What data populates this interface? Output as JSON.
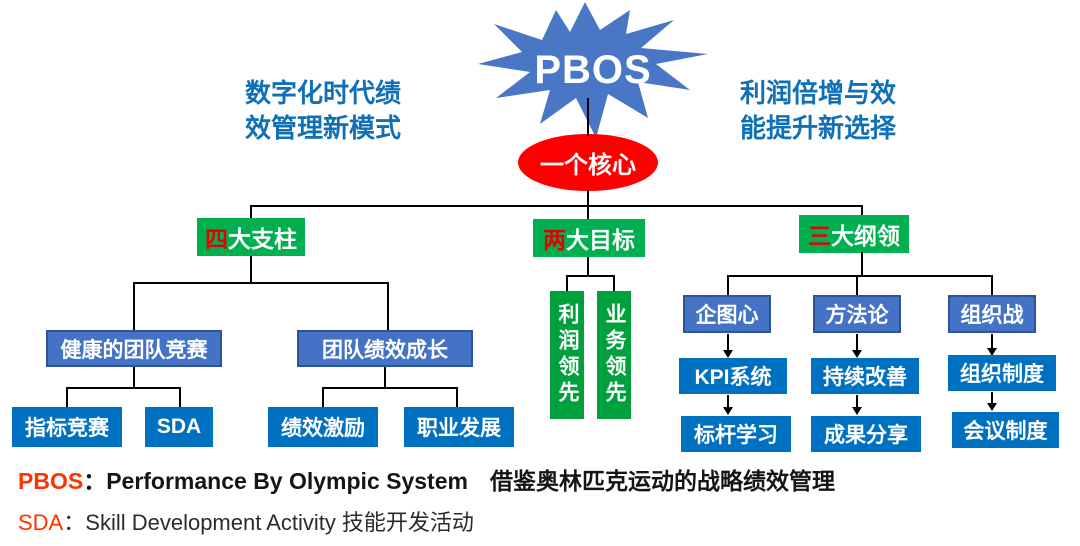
{
  "colors": {
    "starburst_blue": "#4A77C5",
    "tagline_blue": "#0F70B8",
    "core_red": "#FF0000",
    "green_header": "#00B050",
    "green_vertical": "#00A03C",
    "mid_blue": "#4472C4",
    "mid_blue_border": "#2F5496",
    "leaf_blue": "#0070C0",
    "highlight_red": "#E60000",
    "footnote_term_red": "#FF3300",
    "line_black": "#000000"
  },
  "header": {
    "title": "PBOS",
    "left_tagline_line1": "数字化时代绩",
    "left_tagline_line2": "效管理新模式",
    "right_tagline_line1": "利润倍增与效",
    "right_tagline_line2": "能提升新选择",
    "core_label": "一个核心"
  },
  "pillars": {
    "head_first": "四",
    "head_rest": "大支柱",
    "groups": [
      {
        "label": "健康的团队竞赛",
        "children": [
          "指标竞赛",
          "SDA"
        ]
      },
      {
        "label": "团队绩效成长",
        "children": [
          "绩效激励",
          "职业发展"
        ]
      }
    ]
  },
  "goals": {
    "head_first": "两",
    "head_rest": "大目标",
    "items": [
      "利润领先",
      "业务领先"
    ]
  },
  "principles": {
    "head_first": "三",
    "head_rest": "大纲领",
    "columns": [
      {
        "top": "企图心",
        "mid": "KPI系统",
        "bottom": "标杆学习"
      },
      {
        "top": "方法论",
        "mid": "持续改善",
        "bottom": "成果分享"
      },
      {
        "top": "组织战",
        "mid": "组织制度",
        "bottom": "会议制度"
      }
    ]
  },
  "footnotes": [
    {
      "term": "PBOS",
      "colon": "：",
      "english": "Performance By Olympic System",
      "chinese": "借鉴奥林匹克运动的战略绩效管理"
    },
    {
      "term": "SDA",
      "colon": "：",
      "english": "Skill Development Activity",
      "chinese": "技能开发活动"
    }
  ]
}
